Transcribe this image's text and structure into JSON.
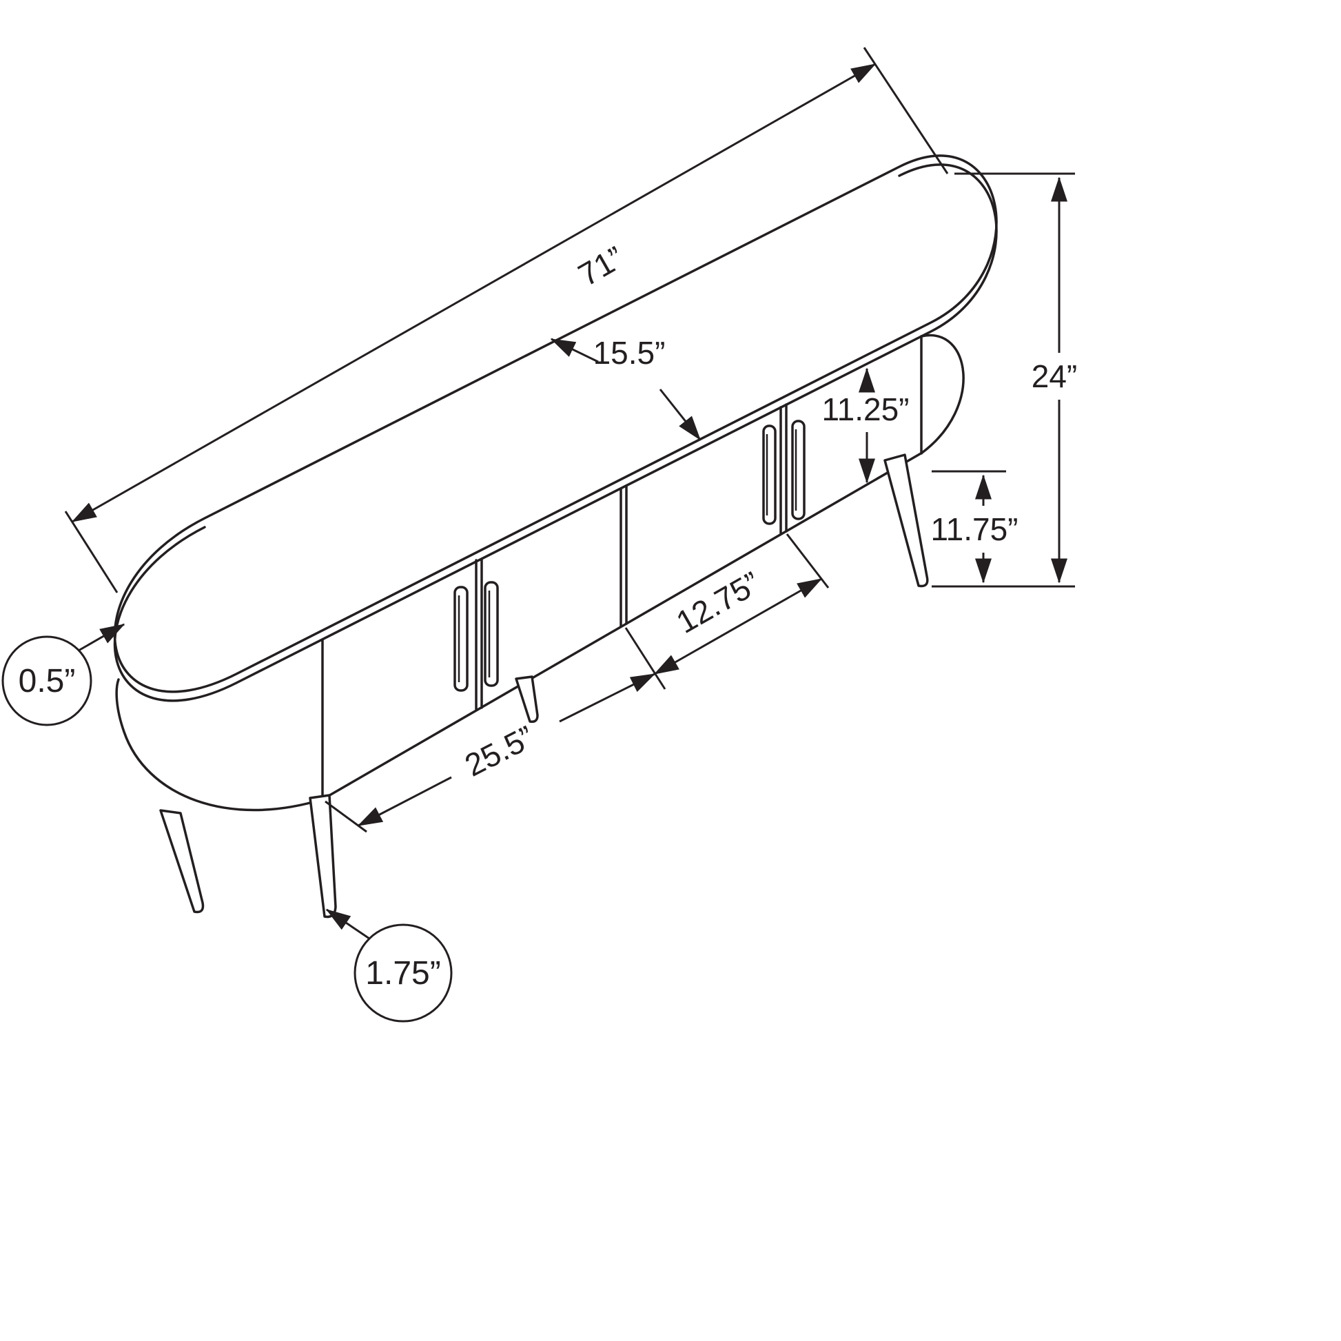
{
  "figure": {
    "labels": {
      "overall_width": "71”",
      "top_depth": "15.5”",
      "door_height": "11.25”",
      "overall_height": "24”",
      "leg_height": "11.75”",
      "door_width": "12.75”",
      "double_door_width": "25.5”",
      "top_thickness": "0.5”",
      "leg_diameter": "1.75”"
    }
  }
}
